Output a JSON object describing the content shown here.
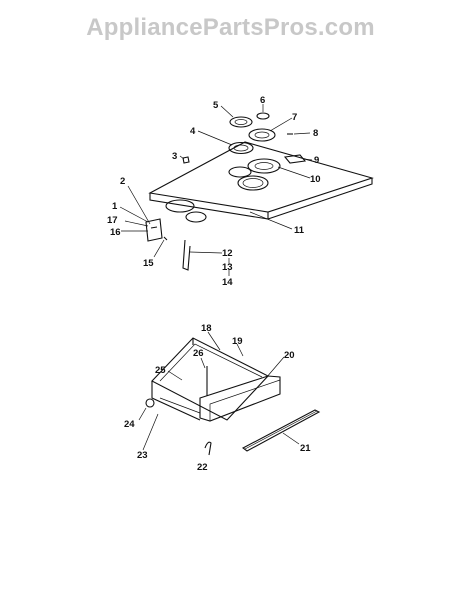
{
  "watermark": "AppliancePartsPros.com",
  "labels": [
    "1",
    "2",
    "3",
    "4",
    "5",
    "6",
    "7",
    "8",
    "9",
    "10",
    "11",
    "12",
    "13",
    "14",
    "15",
    "16",
    "17",
    "18",
    "19",
    "20",
    "21",
    "22",
    "23",
    "24",
    "25",
    "26"
  ]
}
